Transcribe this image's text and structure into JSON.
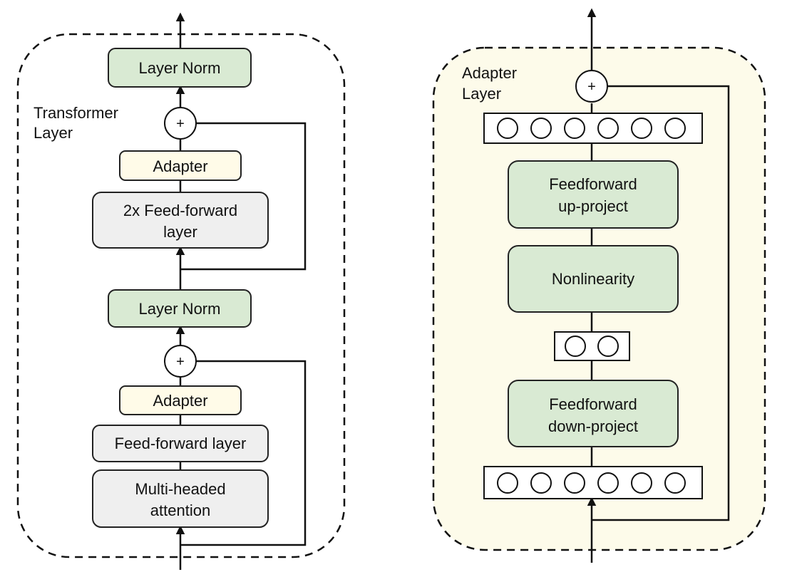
{
  "colors": {
    "norm_fill": "#d9ead3",
    "adapter_fill": "#fffbe8",
    "ffn_fill": "#efefef",
    "adapter_bg": "#fdfbea",
    "stroke": "#111111"
  },
  "transformer": {
    "title_line1": "Transformer",
    "title_line2": "Layer",
    "layer_norm_top": "Layer Norm",
    "adapter_top": "Adapter",
    "ffn2x_line1": "2x Feed-forward",
    "ffn2x_line2": "layer",
    "layer_norm_mid": "Layer Norm",
    "adapter_bottom": "Adapter",
    "ffn": "Feed-forward layer",
    "attention_line1": "Multi-headed",
    "attention_line2": "attention",
    "plus_symbol": "+"
  },
  "adapter": {
    "title_line1": "Adapter",
    "title_line2": "Layer",
    "up_line1": "Feedforward",
    "up_line2": "up-project",
    "nonlinearity": "Nonlinearity",
    "down_line1": "Feedforward",
    "down_line2": "down-project",
    "plus_symbol": "+",
    "top_units": 6,
    "bottleneck_units": 2,
    "bottom_units": 6
  }
}
